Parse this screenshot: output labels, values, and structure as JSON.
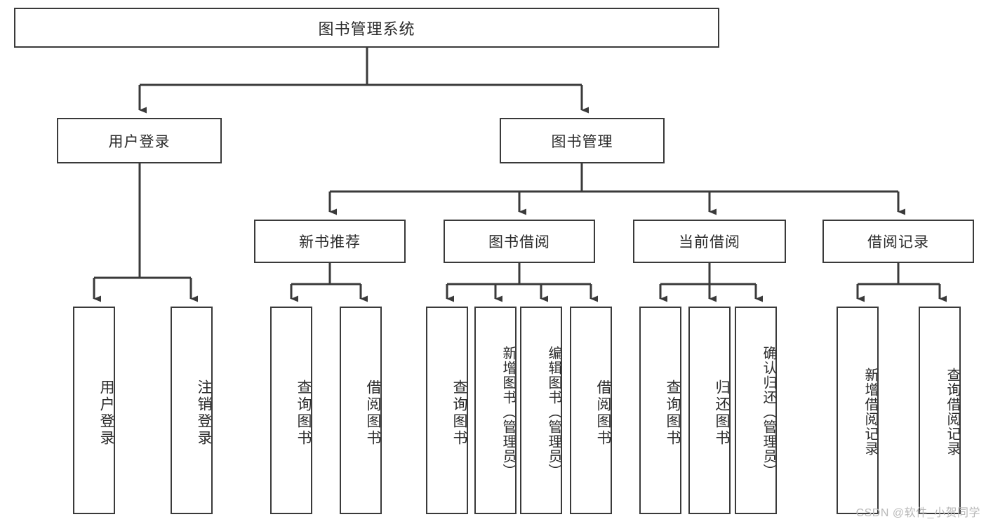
{
  "diagram": {
    "type": "tree-hierarchy-chart",
    "title": "图书管理系统",
    "watermark": "CSDN @软件_小贺同学",
    "colors": {
      "stroke": "#3a3a3a",
      "fill": "#ffffff",
      "text": "#2b2b2b",
      "watermark": "#b9b9b9"
    },
    "levels": {
      "root": {
        "label": "图书管理系统"
      },
      "level2": [
        {
          "label": "用户登录"
        },
        {
          "label": "图书管理"
        }
      ],
      "level3": [
        {
          "label": "新书推荐"
        },
        {
          "label": "图书借阅"
        },
        {
          "label": "当前借阅"
        },
        {
          "label": "借阅记录"
        }
      ],
      "leaves": {
        "user_login": [
          {
            "label": "用户登录"
          },
          {
            "label": "注销登录"
          }
        ],
        "new_book_recommend": [
          {
            "label": "查询图书"
          },
          {
            "label": "借阅图书"
          }
        ],
        "book_borrow": [
          {
            "label": "查询图书"
          },
          {
            "label": "新增图书（管理员）"
          },
          {
            "label": "编辑图书（管理员）"
          },
          {
            "label": "借阅图书"
          }
        ],
        "current_borrow": [
          {
            "label": "查询图书"
          },
          {
            "label": "归还图书"
          },
          {
            "label": "确认归还（管理员）"
          }
        ],
        "borrow_record": [
          {
            "label": "新增借阅记录"
          },
          {
            "label": "查询借阅记录"
          }
        ]
      }
    }
  }
}
